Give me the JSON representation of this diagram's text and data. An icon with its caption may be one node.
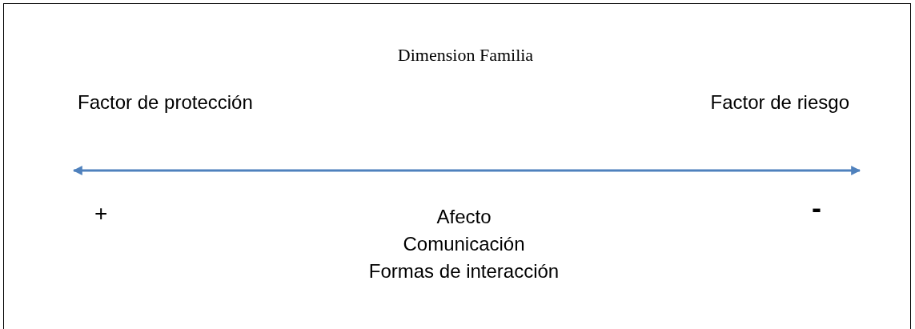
{
  "diagram": {
    "title": "Dimension Familia",
    "labels": [
      "Factor de protección",
      "Factor de riesgo",
      "+",
      "-",
      "Afecto",
      "Comunicación",
      "Formas de interacción"
    ]
  }
}
